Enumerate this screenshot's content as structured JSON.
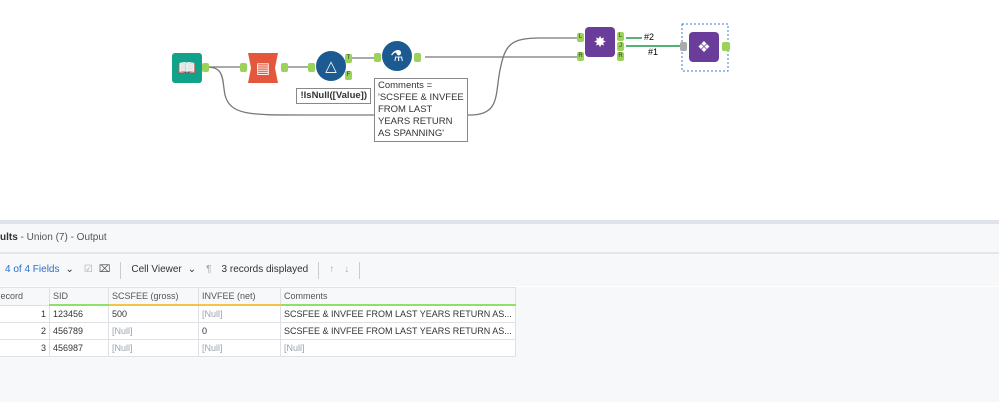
{
  "workflow": {
    "filter_note": "!IsNull([Value])",
    "formula_note": [
      "Comments =",
      "'SCSFEE & INVFEE",
      "FROM LAST",
      "YEARS RETURN",
      "AS SPANNING'"
    ],
    "join_labels": [
      "#2",
      "#1"
    ],
    "anchors": {
      "true": "T",
      "false": "F",
      "left": "L",
      "join": "J",
      "right": "R"
    }
  },
  "results": {
    "title_prefix": "ults",
    "title_rest": " - Union (7) - Output",
    "fields": "4 of 4 Fields",
    "viewer": "Cell Viewer",
    "records": "3 records displayed",
    "columns": [
      "Record",
      "SID",
      "SCSFEE (gross)",
      "INVFEE (net)",
      "Comments"
    ],
    "rows": [
      [
        "1",
        "123456",
        "500",
        "[Null]",
        "SCSFEE & INVFEE FROM LAST YEARS RETURN AS..."
      ],
      [
        "2",
        "456789",
        "[Null]",
        "0",
        "SCSFEE & INVFEE FROM LAST YEARS RETURN AS..."
      ],
      [
        "3",
        "456987",
        "[Null]",
        "[Null]",
        "[Null]"
      ]
    ]
  }
}
